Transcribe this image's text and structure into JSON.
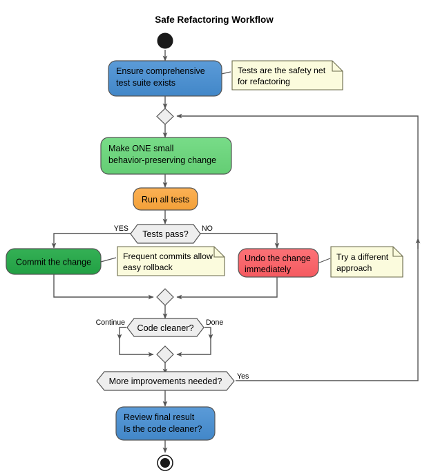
{
  "diagram": {
    "title": "Safe Refactoring Workflow",
    "type": "activity-flowchart",
    "colors": {
      "blue": "#4a90d0",
      "green_light": "#6ed47e",
      "green_dark": "#2ca a4c",
      "green_commit": "#2aa74a",
      "orange": "#f7a945",
      "red": "#f8656a",
      "note_fill": "#fbfbdd",
      "diamond_fill": "#eeeeee",
      "stroke": "#555555",
      "background": "#ffffff"
    },
    "nodes": [
      {
        "id": "start",
        "kind": "start-node",
        "label": ""
      },
      {
        "id": "ensure-tests",
        "kind": "activity",
        "color": "blue",
        "lines": [
          "Ensure comprehensive",
          "test suite exists"
        ]
      },
      {
        "id": "merge-1",
        "kind": "merge",
        "label": ""
      },
      {
        "id": "make-change",
        "kind": "activity",
        "color": "green",
        "lines": [
          "Make ONE small",
          "behavior-preserving change"
        ]
      },
      {
        "id": "run-tests",
        "kind": "activity",
        "color": "orange",
        "lines": [
          "Run all tests"
        ]
      },
      {
        "id": "tests-pass",
        "kind": "decision",
        "label": "Tests pass?"
      },
      {
        "id": "commit",
        "kind": "activity",
        "color": "green-dark",
        "lines": [
          "Commit the change"
        ]
      },
      {
        "id": "undo",
        "kind": "activity",
        "color": "red",
        "lines": [
          "Undo the change",
          "immediately"
        ]
      },
      {
        "id": "merge-2",
        "kind": "merge",
        "label": ""
      },
      {
        "id": "code-cleaner",
        "kind": "decision",
        "label": "Code cleaner?"
      },
      {
        "id": "merge-3",
        "kind": "merge",
        "label": ""
      },
      {
        "id": "more-improvements",
        "kind": "decision",
        "label": "More improvements needed?"
      },
      {
        "id": "review-final",
        "kind": "activity",
        "color": "blue",
        "lines": [
          "Review final result",
          "Is the code cleaner?"
        ]
      },
      {
        "id": "end",
        "kind": "end-node",
        "label": ""
      }
    ],
    "notes": [
      {
        "id": "note-tests",
        "lines": [
          "Tests are the safety net",
          "for refactoring"
        ],
        "attached_to": "ensure-tests"
      },
      {
        "id": "note-commits",
        "lines": [
          "Frequent commits allow",
          "easy rollback"
        ],
        "attached_to": "commit"
      },
      {
        "id": "note-approach",
        "lines": [
          "Try a different",
          "approach"
        ],
        "attached_to": "undo"
      }
    ],
    "edge_labels": {
      "tests_pass_yes": "YES",
      "tests_pass_no": "NO",
      "code_cleaner_continue": "Continue",
      "code_cleaner_done": "Done",
      "more_improvements_yes": "Yes"
    }
  }
}
